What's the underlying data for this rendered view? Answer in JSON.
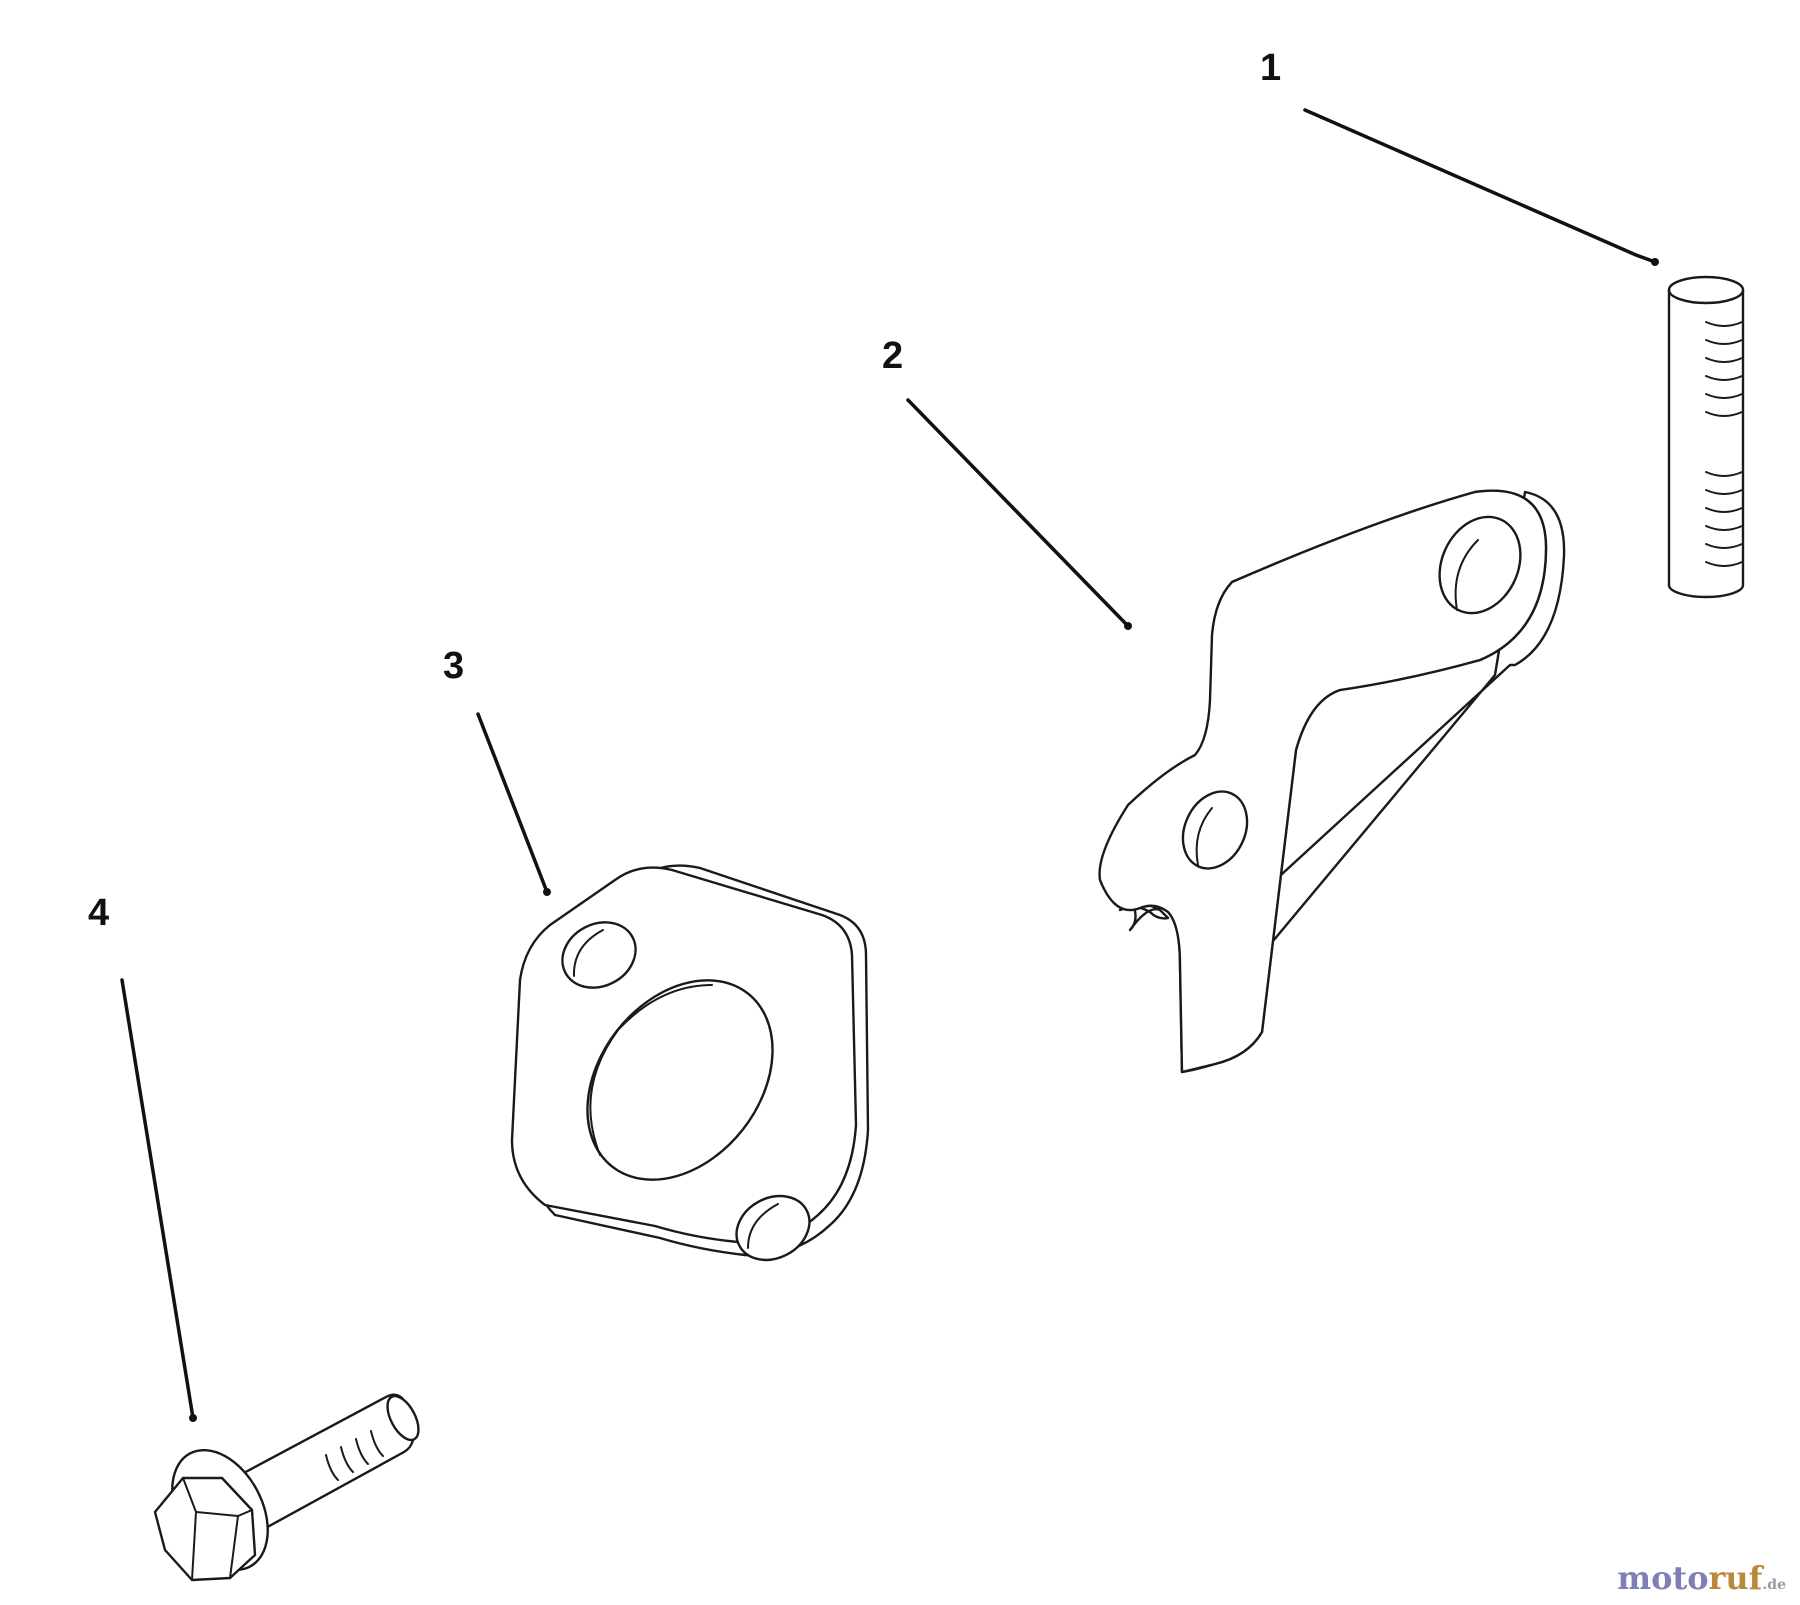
{
  "callouts": {
    "part1": "1",
    "part2": "2",
    "part3": "3",
    "part4": "4"
  },
  "watermark": {
    "part_a": "moto",
    "part_b": "ruf",
    "part_c": ".de"
  },
  "colors": {
    "line": "#1a1a1a",
    "background": "#ffffff",
    "watermark_a": "#7f7fb8",
    "watermark_b": "#b9893a"
  }
}
